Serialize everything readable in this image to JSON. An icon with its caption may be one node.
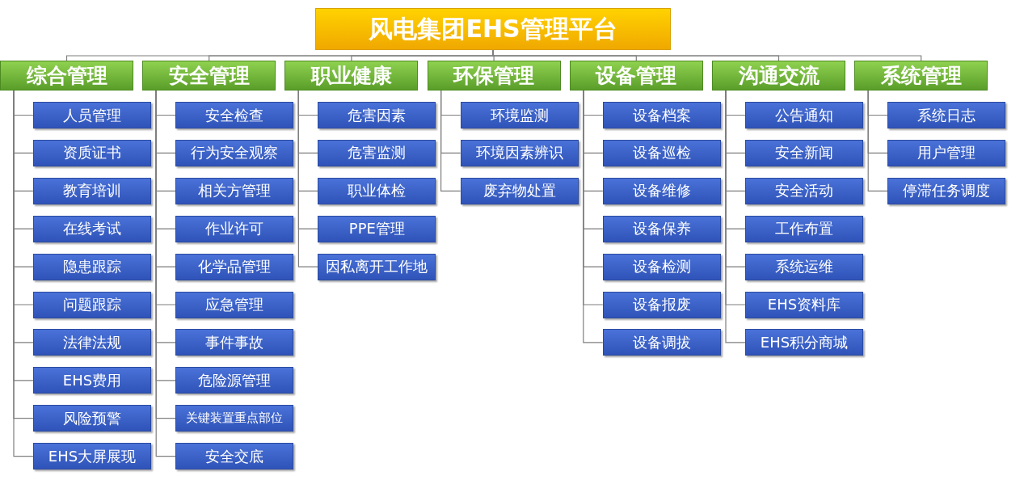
{
  "diagram": {
    "nodes": [
      {
        "text": [
          "风电集团EHS管理平台"
        ]
      },
      {
        "text": [
          "综合管理"
        ]
      },
      {
        "text": [
          "人员管理"
        ]
      },
      {
        "text": [
          "资质证书"
        ]
      },
      {
        "text": [
          "教育培训"
        ]
      },
      {
        "text": [
          "在线考试"
        ]
      },
      {
        "text": [
          "隐患跟踪"
        ]
      },
      {
        "text": [
          "问题跟踪"
        ]
      },
      {
        "text": [
          "法律法规"
        ]
      },
      {
        "text": [
          "EHS费用"
        ]
      },
      {
        "text": [
          "风险预警"
        ]
      },
      {
        "text": [
          "EHS大屏展现"
        ]
      },
      {
        "text": [
          "安全管理"
        ]
      },
      {
        "text": [
          "安全检查"
        ]
      },
      {
        "text": [
          "行为安全观察"
        ]
      },
      {
        "text": [
          "相关方管理"
        ]
      },
      {
        "text": [
          "作业许可"
        ]
      },
      {
        "text": [
          "化学品管理"
        ]
      },
      {
        "text": [
          "应急管理"
        ]
      },
      {
        "text": [
          "事件事故"
        ]
      },
      {
        "text": [
          "危险源管理"
        ]
      },
      {
        "text": [
          "关键装置重点部位"
        ]
      },
      {
        "text": [
          "安全交底"
        ]
      },
      {
        "text": [
          "职业健康"
        ]
      },
      {
        "text": [
          "危害因素"
        ]
      },
      {
        "text": [
          "危害监测"
        ]
      },
      {
        "text": [
          "职业体检"
        ]
      },
      {
        "text": [
          "PPE管理"
        ]
      },
      {
        "text": [
          "因私离开工作地"
        ]
      },
      {
        "text": [
          "环保管理"
        ]
      },
      {
        "text": [
          "环境监测"
        ]
      },
      {
        "text": [
          "环境因素辨识"
        ]
      },
      {
        "text": [
          "废弃物处置"
        ]
      },
      {
        "text": [
          "设备管理"
        ]
      },
      {
        "text": [
          "设备档案"
        ]
      },
      {
        "text": [
          "设备巡检"
        ]
      },
      {
        "text": [
          "设备维修"
        ]
      },
      {
        "text": [
          "设备保养"
        ]
      },
      {
        "text": [
          "设备检测"
        ]
      },
      {
        "text": [
          "设备报废"
        ]
      },
      {
        "text": [
          "设备调拔"
        ]
      },
      {
        "text": [
          "沟通交流"
        ]
      },
      {
        "text": [
          "公告通知"
        ]
      },
      {
        "text": [
          "安全新闻"
        ]
      },
      {
        "text": [
          "安全活动"
        ]
      },
      {
        "text": [
          "工作布置"
        ]
      },
      {
        "text": [
          "系统运维"
        ]
      },
      {
        "text": [
          "EHS资料库"
        ]
      },
      {
        "text": [
          "EHS积分商城"
        ]
      },
      {
        "text": [
          "系统管理"
        ]
      },
      {
        "text": [
          "系统日志"
        ]
      },
      {
        "text": [
          "用户管理"
        ]
      },
      {
        "text": [
          "停滞任务调度"
        ]
      }
    ],
    "edges": [
      {
        "from": 0,
        "to": 1,
        "arrow": "none"
      },
      {
        "from": 0,
        "to": 12,
        "arrow": "none"
      },
      {
        "from": 0,
        "to": 23,
        "arrow": "none"
      },
      {
        "from": 0,
        "to": 29,
        "arrow": "none"
      },
      {
        "from": 0,
        "to": 33,
        "arrow": "none"
      },
      {
        "from": 0,
        "to": 41,
        "arrow": "none"
      },
      {
        "from": 0,
        "to": 49,
        "arrow": "none"
      },
      {
        "from": 1,
        "to": 2,
        "arrow": "none"
      },
      {
        "from": 1,
        "to": 3,
        "arrow": "none"
      },
      {
        "from": 1,
        "to": 4,
        "arrow": "none"
      },
      {
        "from": 1,
        "to": 5,
        "arrow": "none"
      },
      {
        "from": 1,
        "to": 6,
        "arrow": "none"
      },
      {
        "from": 1,
        "to": 7,
        "arrow": "none"
      },
      {
        "from": 1,
        "to": 8,
        "arrow": "none"
      },
      {
        "from": 1,
        "to": 9,
        "arrow": "none"
      },
      {
        "from": 1,
        "to": 10,
        "arrow": "none"
      },
      {
        "from": 1,
        "to": 11,
        "arrow": "none"
      },
      {
        "from": 12,
        "to": 13,
        "arrow": "none"
      },
      {
        "from": 12,
        "to": 14,
        "arrow": "none"
      },
      {
        "from": 12,
        "to": 15,
        "arrow": "none"
      },
      {
        "from": 12,
        "to": 16,
        "arrow": "none"
      },
      {
        "from": 12,
        "to": 17,
        "arrow": "none"
      },
      {
        "from": 12,
        "to": 18,
        "arrow": "none"
      },
      {
        "from": 12,
        "to": 19,
        "arrow": "none"
      },
      {
        "from": 12,
        "to": 20,
        "arrow": "none"
      },
      {
        "from": 12,
        "to": 21,
        "arrow": "none"
      },
      {
        "from": 12,
        "to": 22,
        "arrow": "none"
      },
      {
        "from": 23,
        "to": 24,
        "arrow": "none"
      },
      {
        "from": 23,
        "to": 25,
        "arrow": "none"
      },
      {
        "from": 23,
        "to": 26,
        "arrow": "none"
      },
      {
        "from": 23,
        "to": 27,
        "arrow": "none"
      },
      {
        "from": 23,
        "to": 28,
        "arrow": "none"
      },
      {
        "from": 29,
        "to": 30,
        "arrow": "none"
      },
      {
        "from": 29,
        "to": 31,
        "arrow": "none"
      },
      {
        "from": 29,
        "to": 32,
        "arrow": "none"
      },
      {
        "from": 33,
        "to": 34,
        "arrow": "none"
      },
      {
        "from": 33,
        "to": 35,
        "arrow": "none"
      },
      {
        "from": 33,
        "to": 36,
        "arrow": "none"
      },
      {
        "from": 33,
        "to": 37,
        "arrow": "none"
      },
      {
        "from": 33,
        "to": 38,
        "arrow": "none"
      },
      {
        "from": 33,
        "to": 39,
        "arrow": "none"
      },
      {
        "from": 33,
        "to": 40,
        "arrow": "none"
      },
      {
        "from": 41,
        "to": 42,
        "arrow": "none"
      },
      {
        "from": 41,
        "to": 43,
        "arrow": "none"
      },
      {
        "from": 41,
        "to": 44,
        "arrow": "none"
      },
      {
        "from": 41,
        "to": 45,
        "arrow": "none"
      },
      {
        "from": 41,
        "to": 46,
        "arrow": "none"
      },
      {
        "from": 41,
        "to": 47,
        "arrow": "none"
      },
      {
        "from": 41,
        "to": 48,
        "arrow": "none"
      },
      {
        "from": 49,
        "to": 50,
        "arrow": "none"
      },
      {
        "from": 49,
        "to": 51,
        "arrow": "none"
      },
      {
        "from": 49,
        "to": 52,
        "arrow": "none"
      }
    ]
  }
}
